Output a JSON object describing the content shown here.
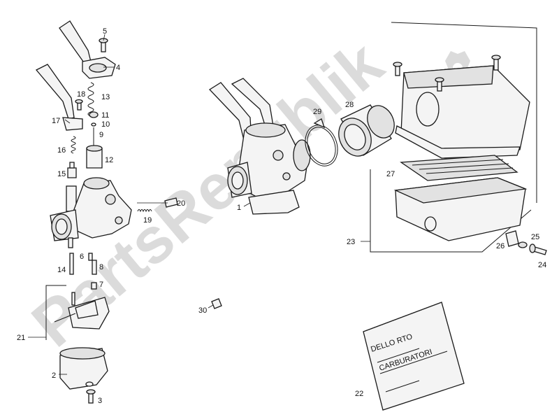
{
  "watermark": "PartsRepublik",
  "bag": {
    "line1": "DELLO RTO",
    "line2": "CARBURATORI"
  },
  "part_numbers": [
    "1",
    "2",
    "3",
    "4",
    "5",
    "6",
    "7",
    "8",
    "9",
    "10",
    "11",
    "12",
    "13",
    "14",
    "15",
    "16",
    "17",
    "18",
    "19",
    "20",
    "21",
    "22",
    "23",
    "24",
    "25",
    "26",
    "27",
    "28",
    "29",
    "30"
  ]
}
